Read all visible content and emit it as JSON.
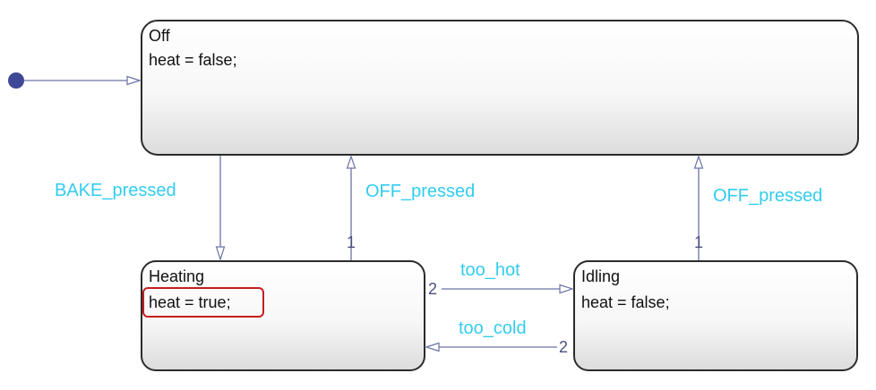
{
  "colors": {
    "transition_label": "#33ccee",
    "transition_line": "#6b74a6",
    "default_dot": "#3f4896",
    "highlight": "#c41e1e"
  },
  "states": {
    "off": {
      "name": "Off",
      "action": "heat = false;"
    },
    "heating": {
      "name": "Heating",
      "action": "heat = true;"
    },
    "idling": {
      "name": "Idling",
      "action": "heat = false;"
    }
  },
  "transitions": {
    "bake_pressed": {
      "label": "BAKE_pressed"
    },
    "off_pressed_heating": {
      "label": "OFF_pressed",
      "order": "1"
    },
    "off_pressed_idling": {
      "label": "OFF_pressed",
      "order": "1"
    },
    "too_hot": {
      "label": "too_hot",
      "order": "2"
    },
    "too_cold": {
      "label": "too_cold",
      "order": "2"
    }
  }
}
